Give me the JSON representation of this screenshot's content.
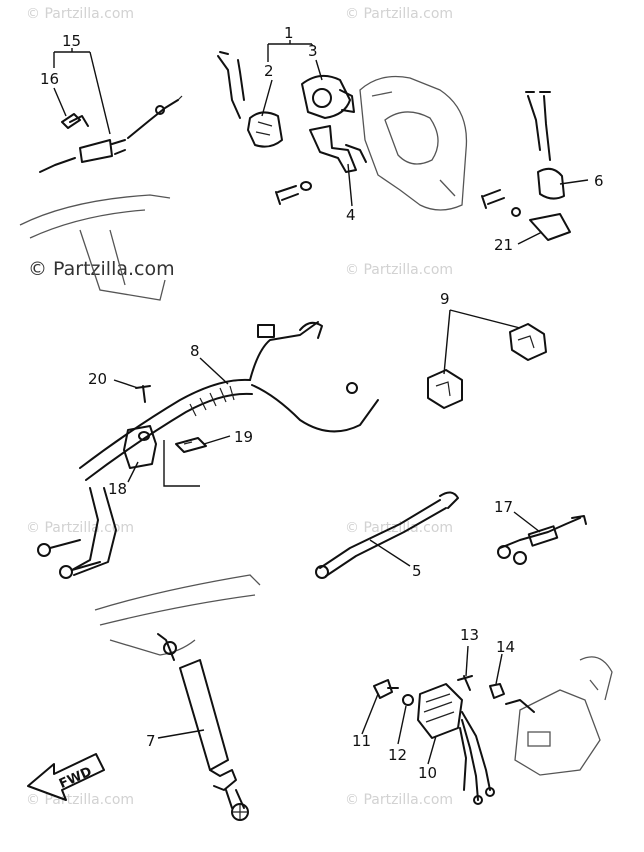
{
  "watermarks": {
    "top_left": "© Partzilla.com",
    "top_right": "© Partzilla.com",
    "mid_left": "© Partzilla.com",
    "mid_right": "© Partzilla.com",
    "low_left": "© Partzilla.com",
    "low_right": "© Partzilla.com",
    "bottom_left": "© Partzilla.com",
    "bottom_right": "© Partzilla.com"
  },
  "callouts": {
    "c1": "1",
    "c2": "2",
    "c3": "3",
    "c4": "4",
    "c5": "5",
    "c6": "6",
    "c7": "7",
    "c8": "8",
    "c9": "9",
    "c10": "10",
    "c11": "11",
    "c12": "12",
    "c13": "13",
    "c14": "14",
    "c15": "15",
    "c16": "16",
    "c17": "17",
    "c18": "18",
    "c19": "19",
    "c20": "20",
    "c21": "21"
  },
  "direction_arrow": "FWD"
}
